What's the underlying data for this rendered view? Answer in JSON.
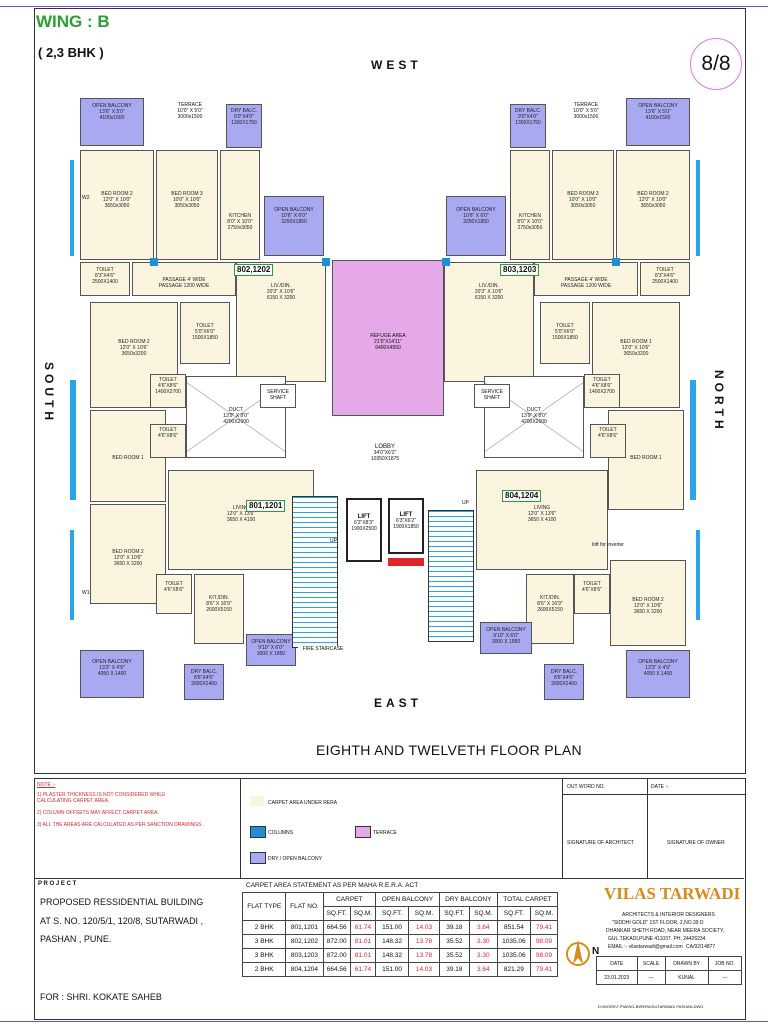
{
  "header": {
    "wing": "WING : B",
    "type": "( 2,3 BHK )",
    "sheet": "8/8"
  },
  "compass_labels": {
    "west": "WEST",
    "east": "EAST",
    "south": "SOUTH",
    "north": "NORTH"
  },
  "plan_title": "EIGHTH AND TWELVETH  FLOOR PLAN",
  "flat_tags": [
    "802,1202",
    "803,1203",
    "801,1201",
    "804,1204"
  ],
  "rooms": {
    "open_balcony": "OPEN BALCONY",
    "terrace": "TERRACE",
    "dry_balc": "DRY BALC.",
    "bed_room_2": "BED ROOM 2",
    "bed_room_3": "BED ROOM 3",
    "bed_room_1": "BED ROOM 1",
    "kitchen": "KITCHEN",
    "toilet": "TOILET",
    "passage": "PASSAGE 4' WIDE",
    "passage_mm": "PASSAGE 1200 WIDE",
    "liv_din": "LIV./DIN.",
    "refuge": "REFUGE AREA",
    "refuge_dim": "21'0\"X14'11\"",
    "refuge_mm": "6400X4550",
    "duct": "DUCT",
    "service_shaft": "SERVICE SHAFT",
    "lobby": "LOBBY",
    "lobby_dim": "34'0\"X6'2\"",
    "lobby_mm": "10350X1875",
    "lift": "LIFT",
    "up": "UP",
    "fire_staircase": "FIRE STAIRCASE",
    "living": "LIVING",
    "kit_din": "KIT./DIN.",
    "w1": "W1",
    "w2": "W2"
  },
  "dims": {
    "bal_top": "13'6\" X 5'0\"",
    "bal_top_mm": "4100x1500",
    "terrace_dim": "10'0\" X 5'0\"",
    "terrace_mm": "3000x1500",
    "dry_top": "9'0\"X4'0\"",
    "dry_top_mm": "1300X1750",
    "bed2_top": "12'0\" X 10'0\"",
    "bed2_top_mm": "3650x3050",
    "bed3": "10'0\" X 10'0\"",
    "bed3_mm": "3050x3050",
    "kitchen": "8'0\" X 10'0\"",
    "kitchen_mm": "2750x3050",
    "openbal_mid": "10'6\" X 6'0\"",
    "openbal_mid_mm": "3250X1850",
    "toilet_a": "8'3\"X4'6\"",
    "toilet_a_mm": "2500X1400",
    "livdin": "20'3\" X 10'6\"",
    "livdin_mm": "6150 X 3200",
    "toilet_b": "5'0\"X6'0\"",
    "toilet_b_mm": "1500X1850",
    "bed1_s": "12'0\" X 10'6\"",
    "bed1_s_mm": "3650x3200",
    "toilet_c": "4'6\"X8'6\"",
    "toilet_c_mm": "1400X2700",
    "duct_dim": "13'9\" X 8'0\"",
    "duct_mm": "4200X2600",
    "lift_dim_a": "6'3\"X8'3\"",
    "lift_mm_a": "1900X2500",
    "lift_dim_b": "6'3\"X6'2\"",
    "lift_mm_b": "1900X1850",
    "living_dim": "12'0\" X 13'6\"",
    "living_mm": "3650 X 4100",
    "kitdin": "8'6\" X 16'9\"",
    "kitdin_mm": "2600X5150",
    "bed2_bot": "12'0\" X 10'6\"",
    "bed2_bot_mm": "3650 X 3200",
    "openbal_bot": "13'3\" X 4'9\"",
    "openbal_bot_mm": "4050 X 1400",
    "dry_bot": "8'6\"X4'6\"",
    "dry_bot_mm": "2600X1400",
    "openbal_east": "9'10\" X 6'0\"",
    "openbal_east_mm": "3000 X 1850",
    "loft": "loft for inverter"
  },
  "notes": {
    "title": "NOTE :-",
    "items": [
      "1) PLASTER THICKNESS IS NOT CONSIDERED WHILE CALCULATING CARPET AREA.",
      "2) COLUMN OFFSETS MAY AFFECT CARPET AREA.",
      "3) ALL THE AREAS ARE CALCULATED AS PER SANCTION DRAWINGS ."
    ]
  },
  "legend": [
    {
      "label": "CARPET AREA UNDER RERA",
      "color": "#fbf5df"
    },
    {
      "label": "COLUMNS",
      "color": "#1e90d8"
    },
    {
      "label": "TERRACE",
      "color": "#e5a8e9"
    },
    {
      "label": "DRY / OPEN BALCONY",
      "color": "#a9a9f2"
    }
  ],
  "signatures": {
    "outward": "OUT WORD NO.",
    "date": "DATE :-",
    "architect": "SIGNATURE OF ARCHITECT",
    "owner": "SIGNATURE OF OWNER"
  },
  "project": {
    "label": "P R O J E C T",
    "line1": "PROPOSED RESSIDENTIAL BUILDING",
    "line2": "AT S. NO. 120/5/1, 120/8, SUTARWADI ,",
    "line3": "PASHAN , PUNE.",
    "for": "FOR :  SHRI. KOKATE SAHEB"
  },
  "area_table": {
    "title": "CARPET AREA STATEMENT AS PER MAHA R.E.R.A. ACT",
    "groups": [
      "CARPET",
      "OPEN BALCONY",
      "DRY BALCONY",
      "TOTAL CARPET"
    ],
    "col_flat_type": "FLAT TYPE",
    "col_flat_no": "FLAT NO.",
    "unit_sqft": "SQ.FT.",
    "unit_sqm": "SQ.M.",
    "rows": [
      [
        "2 BHK",
        "801,1201",
        "664.56",
        "61.74",
        "151.00",
        "14.03",
        "39.18",
        "3.64",
        "851.54",
        "79.41"
      ],
      [
        "3 BHK",
        "802,1202",
        "872.00",
        "81.01",
        "148.32",
        "13.78",
        "35.52",
        "3.30",
        "1035.06",
        "98.09"
      ],
      [
        "3 BHK",
        "803,1203",
        "872.00",
        "81.01",
        "148.32",
        "13.78",
        "35.52",
        "3.30",
        "1035.06",
        "98.09"
      ],
      [
        "2 BHK",
        "804,1204",
        "664.56",
        "61.74",
        "151.00",
        "14.03",
        "39.18",
        "3.64",
        "821.29",
        "79.41"
      ]
    ]
  },
  "architect": {
    "name": "VILAS TARWADI",
    "line1": "ARCHITECTS & INTERIOR DESIGNERS",
    "line2": "\"SIDDHI GOLD\" 1ST FLOOR, 2,NO.39 D",
    "line3": "DHANKAR SHETH ROAD, NEAR MEERA SOCIETY,",
    "line4": "GUL.TEKADI,PUNE 411037. PH. 24426234",
    "line5": "EMAIL :- vilastarwadi@gmail.com",
    "line6": "CA/92/14877"
  },
  "titleblock": {
    "labels": [
      "DATE",
      "SCALE",
      "DRAWN BY",
      "JOB NO."
    ],
    "values": [
      "23.01.2023",
      "---",
      "KUNAL",
      "---"
    ],
    "file": "D:\\WORK\\T.P\\WING-B\\RERA\\SUTARWADI PASHAN.DWG",
    "north": "N"
  }
}
